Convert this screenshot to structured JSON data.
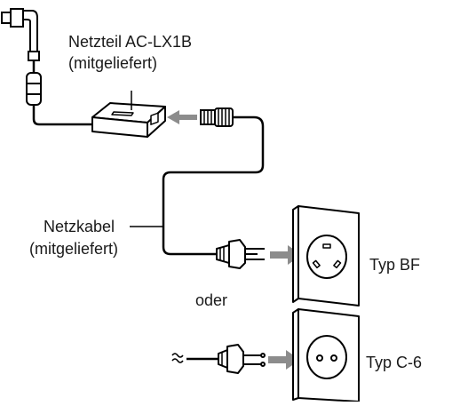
{
  "labels": {
    "adapter_line1": "Netzteil AC-LX1B",
    "adapter_line2": "(mitgeliefert)",
    "cable_line1": "Netzkabel",
    "cable_line2": "(mitgeliefert)",
    "type_bf": "Typ BF",
    "oder": "oder",
    "type_c6": "Typ C-6"
  },
  "colors": {
    "line": "#000000",
    "arrow_fill": "#8c8c8c",
    "body_fill": "#ffffff"
  },
  "icons": [
    "dc-plug-icon",
    "ferrite-core-icon",
    "ac-adapter-icon",
    "power-cord-connector-icon",
    "bf-plug-icon",
    "bf-socket-icon",
    "c6-plug-icon",
    "c6-socket-icon",
    "insertion-arrow-icon"
  ]
}
